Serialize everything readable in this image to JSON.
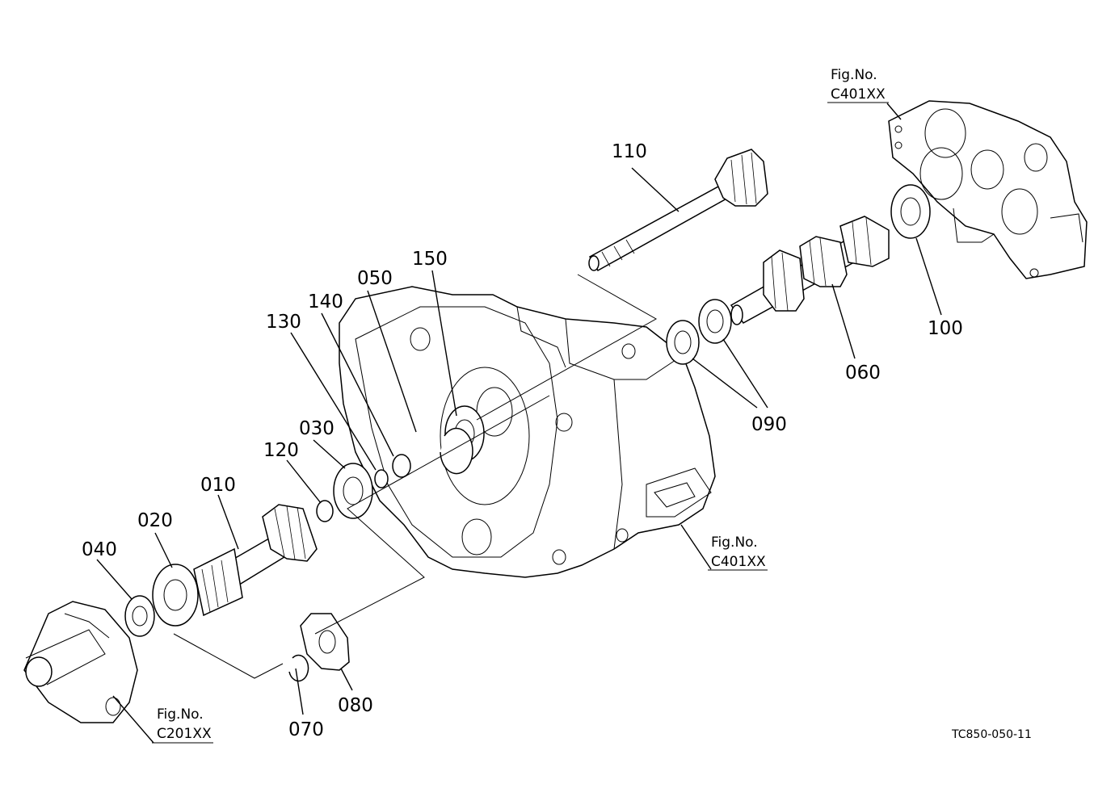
{
  "parts": [
    {
      "id": "p010",
      "text": "010"
    },
    {
      "id": "p020",
      "text": "020"
    },
    {
      "id": "p030",
      "text": "030"
    },
    {
      "id": "p040",
      "text": "040"
    },
    {
      "id": "p050",
      "text": "050"
    },
    {
      "id": "p060",
      "text": "060"
    },
    {
      "id": "p070",
      "text": "070"
    },
    {
      "id": "p080",
      "text": "080"
    },
    {
      "id": "p090",
      "text": "090"
    },
    {
      "id": "p100",
      "text": "100"
    },
    {
      "id": "p110",
      "text": "110"
    },
    {
      "id": "p120",
      "text": "120"
    },
    {
      "id": "p130",
      "text": "130"
    },
    {
      "id": "p140",
      "text": "140"
    },
    {
      "id": "p150",
      "text": "150"
    }
  ],
  "figrefs": [
    {
      "id": "fig_top",
      "label": "Fig.No.",
      "code": "C401XX"
    },
    {
      "id": "fig_mid",
      "label": "Fig.No.",
      "code": "C401XX"
    },
    {
      "id": "fig_bot",
      "label": "Fig.No.",
      "code": "C201XX"
    }
  ],
  "drawing_code": "TC850-050-11"
}
